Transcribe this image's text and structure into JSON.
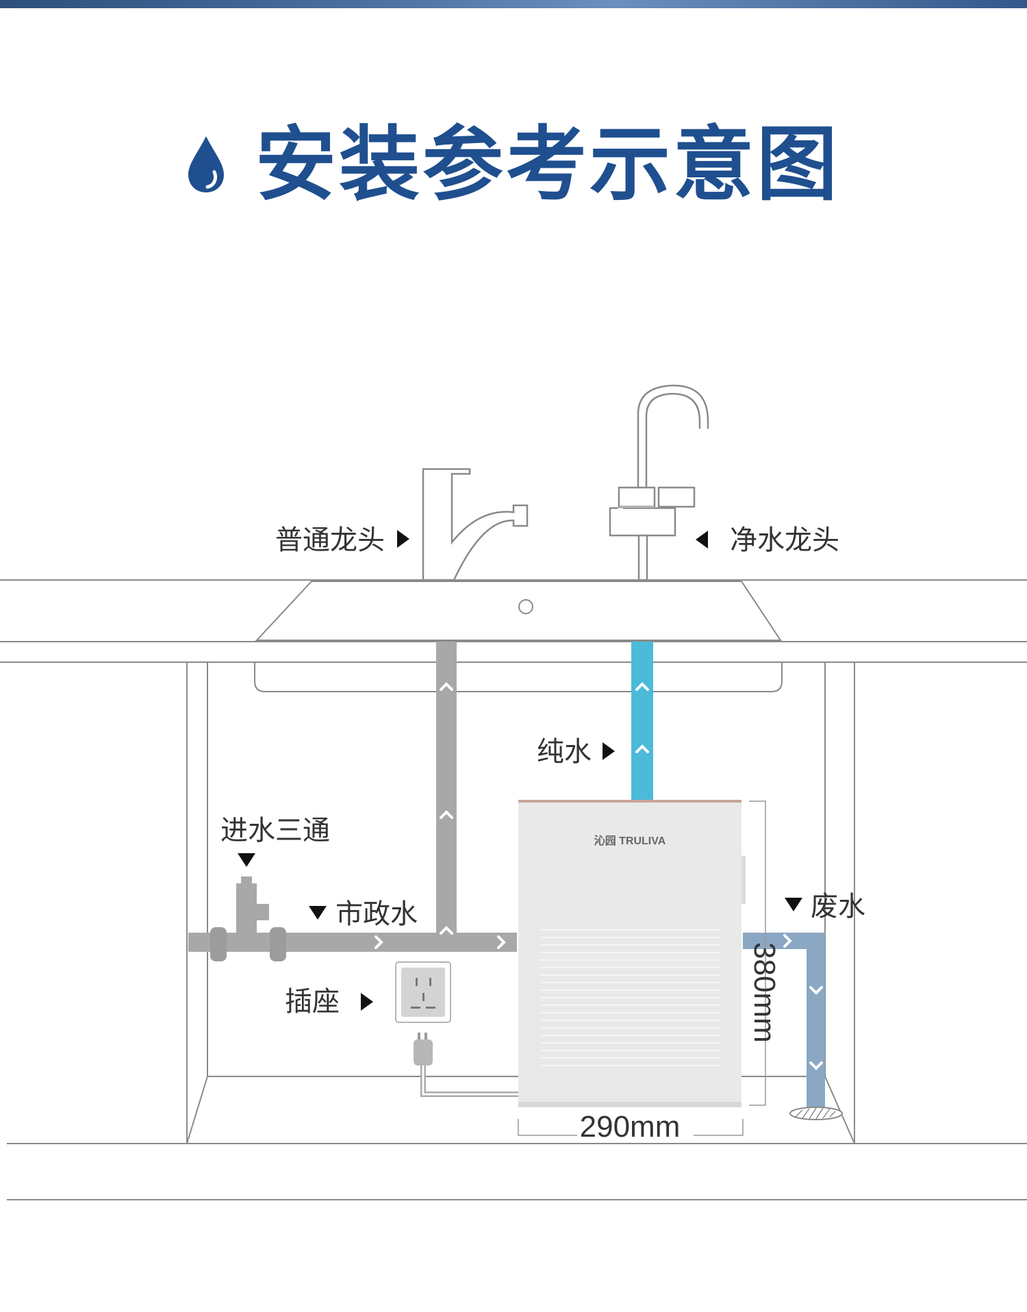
{
  "header": {
    "title": "安装参考示意图",
    "icon": "water-drop-icon",
    "accent_color": "#1f4f8f"
  },
  "labels": {
    "normal_faucet": "普通龙头",
    "pure_faucet": "净水龙头",
    "pure_water": "纯水",
    "inlet_tee": "进水三通",
    "municipal_water": "市政水",
    "socket": "插座",
    "waste_water": "废水"
  },
  "product": {
    "brand": "沁园 TRULIVA"
  },
  "dimensions": {
    "width": "290mm",
    "height": "380mm"
  },
  "colors": {
    "pure_pipe": "#4bbbd9",
    "waste_pipe": "#8aa7c4",
    "tap_pipe": "#a8a8a8",
    "line": "#8a8a8a"
  }
}
